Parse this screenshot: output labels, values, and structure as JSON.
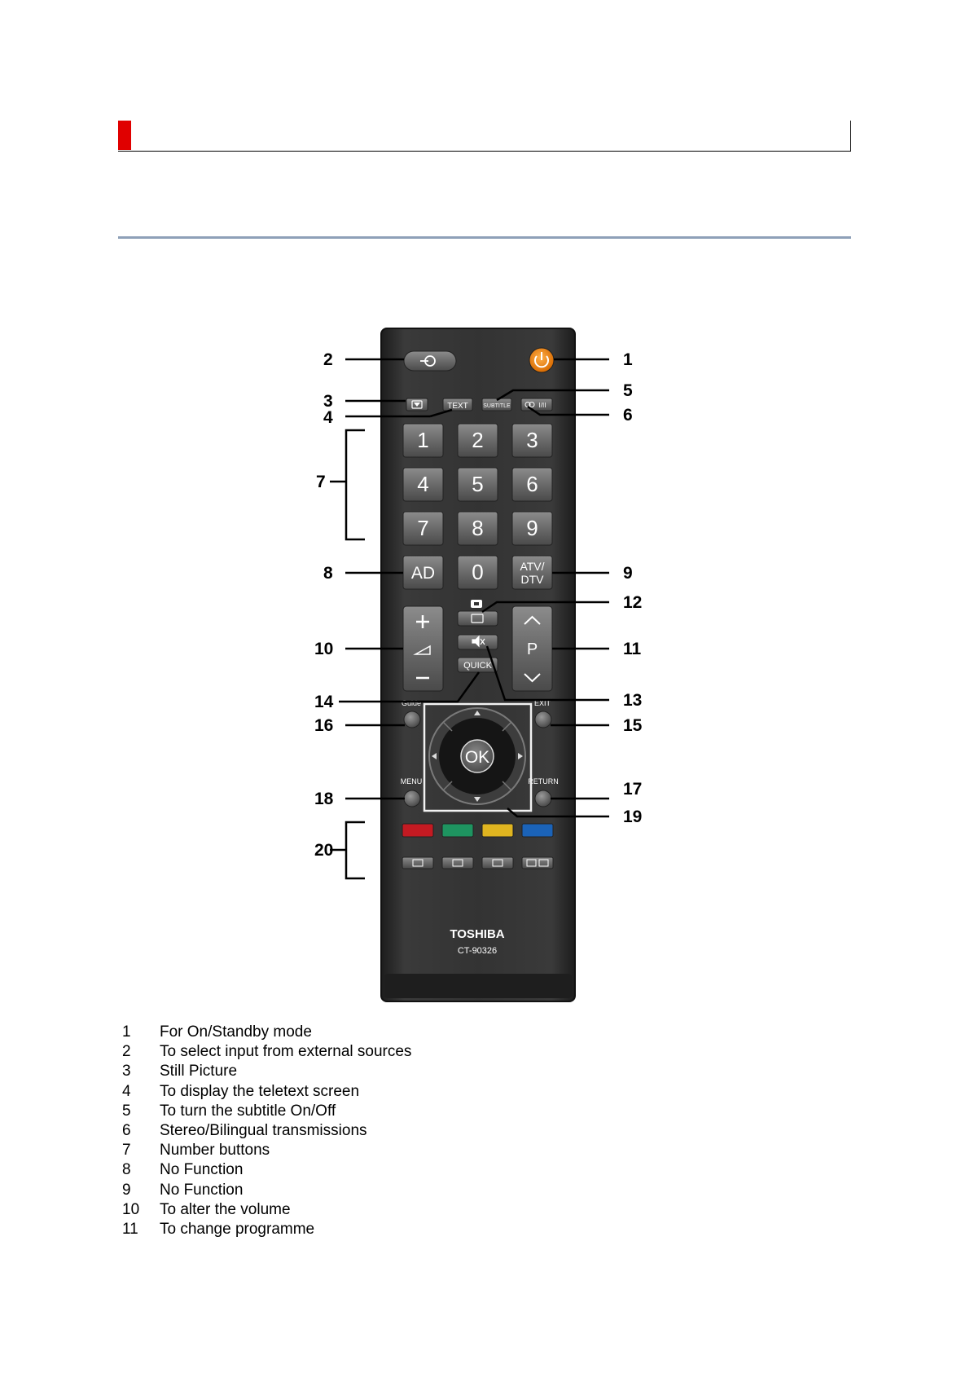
{
  "remote": {
    "brand": "TOSHIBA",
    "model": "CT-90326",
    "button_labels": {
      "text": "TEXT",
      "subtitle": "SUBTITLE",
      "stereo": "I/II",
      "ad": "AD",
      "atv": "ATV/",
      "dtv": "DTV",
      "p": "P",
      "quick": "QUICK",
      "ok": "OK",
      "guide": "Guide",
      "exit": "EXIT",
      "menu": "MENU",
      "return": "RETURN"
    },
    "number_keys": [
      "1",
      "2",
      "3",
      "4",
      "5",
      "6",
      "7",
      "8",
      "9",
      "0"
    ],
    "color_keys": [
      "#c41a22",
      "#1e9460",
      "#e0b520",
      "#1b63b8"
    ],
    "callouts": [
      "1",
      "2",
      "3",
      "4",
      "5",
      "6",
      "7",
      "8",
      "9",
      "10",
      "11",
      "12",
      "13",
      "14",
      "15",
      "16",
      "17",
      "18",
      "19",
      "20"
    ]
  },
  "legend": [
    {
      "num": "1",
      "text": "For On/Standby mode"
    },
    {
      "num": "2",
      "text": "To select input from external sources"
    },
    {
      "num": "3",
      "text": "Still Picture"
    },
    {
      "num": "4",
      "text": "To display the teletext screen"
    },
    {
      "num": "5",
      "text": "To turn the subtitle On/Off"
    },
    {
      "num": "6",
      "text": "Stereo/Bilingual transmissions"
    },
    {
      "num": "7",
      "text": "Number buttons"
    },
    {
      "num": "8",
      "text": "No Function"
    },
    {
      "num": "9",
      "text": "No Function"
    },
    {
      "num": "10",
      "text": "To alter the volume"
    },
    {
      "num": "11",
      "text": "To change programme"
    }
  ],
  "colors": {
    "section_marker": "#e00000",
    "rule": "#8ea0b8",
    "remote_body": "#2f2f2f",
    "power_button": "#f08a1c"
  }
}
